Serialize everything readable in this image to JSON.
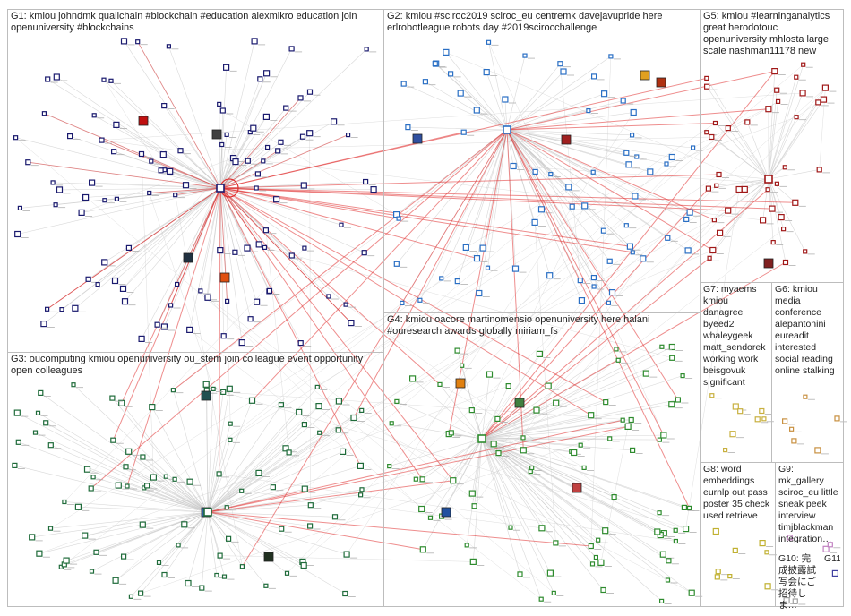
{
  "groups": [
    {
      "id": "G1",
      "label": "G1: kmiou johndmk qualichain #blockchain #education alexmikro education join\nopenuniversity #blockchains",
      "node_color": "#1a1a6e"
    },
    {
      "id": "G2",
      "label": "G2: kmiou #sciroc2019 sciroc_eu centremk davejavupride here\nerlrobotleague robots day #2019scirocchallenge",
      "node_color": "#2a6fc4"
    },
    {
      "id": "G3",
      "label": "G3: oucomputing kmiou openuniversity ou_stem join colleague event opportunity\nopen colleagues",
      "node_color": "#1f6b3a"
    },
    {
      "id": "G4",
      "label": "G4: kmiou oacore martinomensio openuniversity here halani\n#ouresearch awards globally miriam_fs",
      "node_color": "#2e8b2e"
    },
    {
      "id": "G5",
      "label": "G5: kmiou #learninganalytics\ngreat herodotouc\nopenuniversity mhlosta large\nscale nashman11178 new",
      "node_color": "#a01818"
    },
    {
      "id": "G6",
      "label": "G6: kmiou\nmedia\nconference\nalepantonini\neureadit\ninterested\nsocial reading\nonline stalking",
      "node_color": "#c89040"
    },
    {
      "id": "G7",
      "label": "G7: myaems\nkmiou\ndanagree\nbyeed2\nwhaleygeek\nmatt_sendorek\nworking work\nbeisgovuk\nsignificant",
      "node_color": "#c8b040"
    },
    {
      "id": "G8",
      "label": "G8: word\nembeddings\neurnlp out pass\nposter 35 check\nused retrieve",
      "node_color": "#c0b030"
    },
    {
      "id": "G9",
      "label": "G9:\nmk_gallery\nsciroc_eu little\nsneak peek\ninterview\ntimjblackman\nintegration…",
      "node_color": "#c080c0"
    },
    {
      "id": "G10",
      "label": "G10: 完\n成披露試\n写会にご\n招待しま…",
      "node_color": "#a0a0a0"
    },
    {
      "id": "G11",
      "label": "G11",
      "node_color": "#4040a0"
    }
  ],
  "colors": {
    "edge_gray": "#c8c8c8",
    "edge_red": "#e03030",
    "border": "#bdbdbd"
  }
}
